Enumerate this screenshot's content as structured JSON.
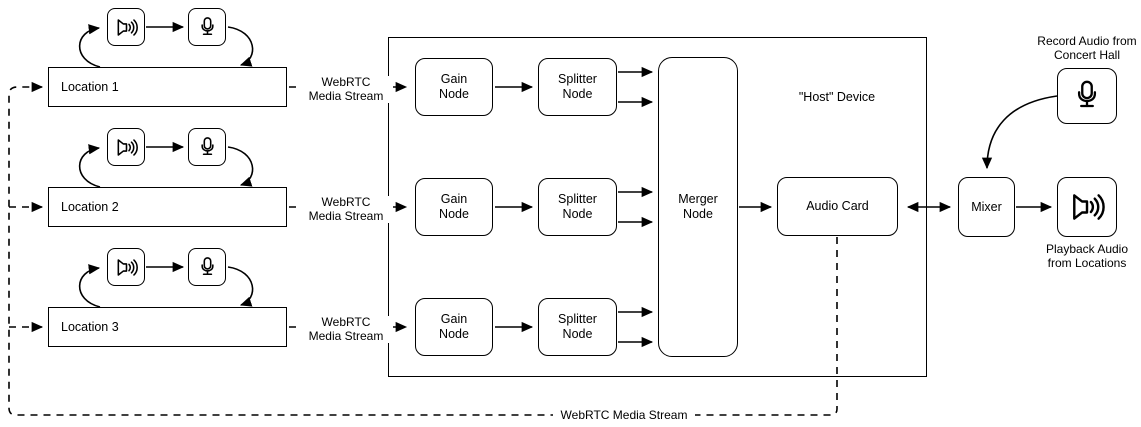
{
  "locations": [
    {
      "label": "Location 1"
    },
    {
      "label": "Location 2"
    },
    {
      "label": "Location 3"
    }
  ],
  "stream_label": {
    "line1": "WebRTC",
    "line2": "Media Stream"
  },
  "bottom_stream_label": "WebRTC Media Stream",
  "host": {
    "label": "\"Host\" Device",
    "gain": {
      "line1": "Gain",
      "line2": "Node"
    },
    "splitter": {
      "line1": "Splitter",
      "line2": "Node"
    },
    "merger": {
      "line1": "Merger",
      "line2": "Node"
    },
    "audio_card": "Audio Card"
  },
  "right": {
    "mixer": "Mixer",
    "record_label": {
      "line1": "Record Audio from",
      "line2": "Concert Hall"
    },
    "playback_label": {
      "line1": "Playback Audio",
      "line2": "from Locations"
    }
  },
  "icons": {
    "speaker": "speaker-icon",
    "microphone": "microphone-icon"
  },
  "colors": {
    "stroke": "#000000",
    "background": "#ffffff"
  }
}
